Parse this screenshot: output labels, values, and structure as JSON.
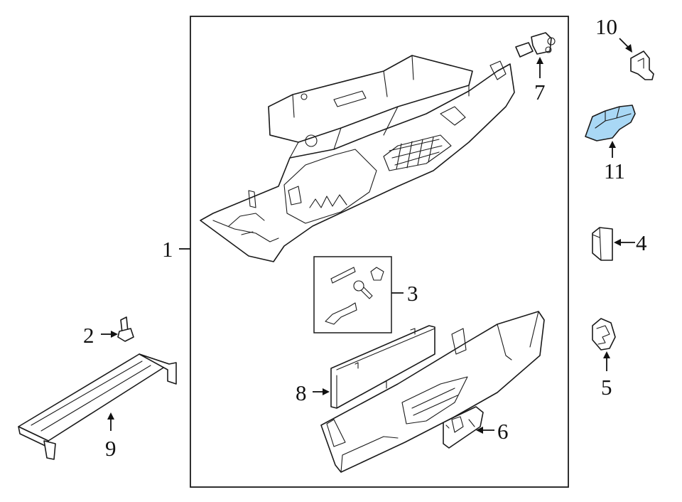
{
  "colors": {
    "line": "#1a1a1a",
    "highlight_fill": "#a9d8f5",
    "highlight_stroke": "#1a1a1a",
    "background": "#ffffff"
  },
  "callouts": {
    "c1": "1",
    "c2": "2",
    "c3": "3",
    "c4": "4",
    "c5": "5",
    "c6": "6",
    "c7": "7",
    "c8": "8",
    "c9": "9",
    "c10": "10",
    "c11": "11"
  },
  "highlighted_part": "11"
}
